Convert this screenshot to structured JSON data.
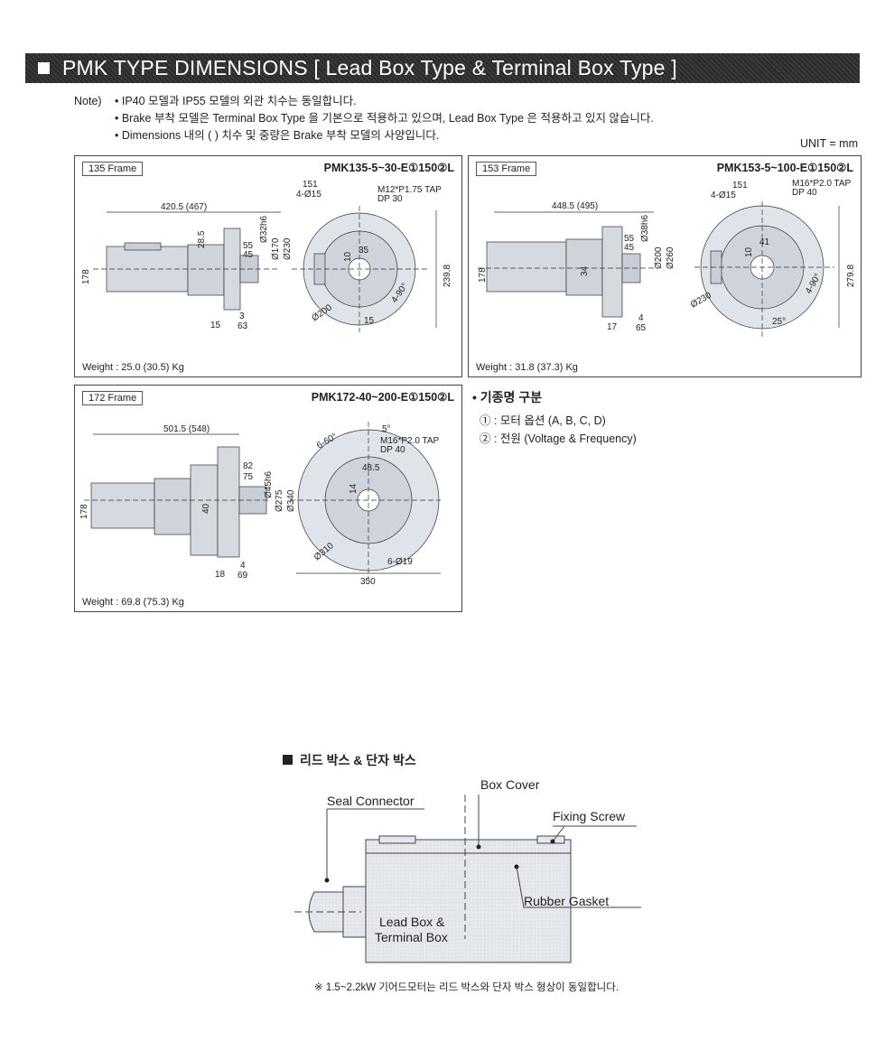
{
  "header": {
    "title": "PMK TYPE DIMENSIONS [ Lead Box Type & Terminal Box Type ]"
  },
  "notes": {
    "label": "Note)",
    "lines": [
      "• IP40 모델과 IP55 모델의 외관 치수는 동일합니다.",
      "• Brake 부착 모델은 Terminal Box Type 을 기본으로 적용하고 있으며, Lead Box Type 은 적용하고 있지 않습니다.",
      "• Dimensions 내의 ( ) 치수 및 중량은 Brake 부착 모델의 사양입니다."
    ],
    "unit": "UNIT = mm"
  },
  "frames": [
    {
      "tag": "135 Frame",
      "model": "PMK135-5~30-E①150②L",
      "weight": "Weight : 25.0 (30.5) Kg",
      "dims": {
        "len": "420.5 (467)",
        "d151": "151",
        "holes": "4-Ø15",
        "tap": "M12*P1.75 TAP",
        "dp": "DP 30",
        "d55": "55",
        "d45": "45",
        "d285": "28.5",
        "shaft": "Ø32h6",
        "pcd": "Ø170",
        "flange": "Ø230",
        "h178": "178",
        "d15": "15",
        "d3": "3",
        "d63": "63",
        "d10": "10",
        "d35": "35",
        "d2398": "239.8",
        "d200": "Ø200",
        "deg": "4-90°",
        "d15b": "15"
      }
    },
    {
      "tag": "153 Frame",
      "model": "PMK153-5~100-E①150②L",
      "weight": "Weight : 31.8 (37.3) Kg",
      "dims": {
        "len": "448.5 (495)",
        "d151": "151",
        "holes": "4-Ø15",
        "tap": "M16*P2.0 TAP",
        "dp": "DP 40",
        "d55": "55",
        "d45": "45",
        "d34": "34",
        "shaft": "Ø38h6",
        "pcd": "Ø200",
        "flange": "Ø260",
        "h178": "178",
        "d17": "17",
        "d4": "4",
        "d65": "65",
        "d10": "10",
        "d41": "41",
        "d2798": "279.8",
        "d230": "Ø230",
        "deg": "4-90°",
        "d25": "25°"
      }
    },
    {
      "tag": "172 Frame",
      "model": "PMK172-40~200-E①150②L",
      "weight": "Weight : 69.8 (75.3) Kg",
      "dims": {
        "len": "501.5 (548)",
        "tap": "M16*P2.0 TAP",
        "dp": "DP 40",
        "d82": "82",
        "d75": "75",
        "d40": "40",
        "shaft": "Ø45h6",
        "pcd": "Ø275",
        "flange": "Ø340",
        "h178": "178",
        "d18": "18",
        "d4": "4",
        "d69": "69",
        "deg6": "6-60°",
        "d5": "5°",
        "d485": "48.5",
        "d14": "14",
        "d310": "Ø310",
        "d350": "350",
        "holes6": "6-Ø19"
      }
    }
  ],
  "legend": {
    "heading": "• 기종명 구분",
    "items": [
      "① : 모터 옵션 (A, B, C, D)",
      "② : 전원 (Voltage & Frequency)"
    ]
  },
  "leadbox": {
    "title": "리드 박스 & 단자 박스",
    "box_cover": "Box Cover",
    "seal_connector": "Seal Connector",
    "fixing_screw": "Fixing Screw",
    "rubber_gasket": "Rubber Gasket",
    "main_line1": "Lead Box &",
    "main_line2": "Terminal Box",
    "footnote": "※ 1.5~2.2kW 기어드모터는 리드 박스와 단자 박스 형상이 동일합니다."
  },
  "colors": {
    "banner": "#333333",
    "fill": "#d9dde4",
    "line": "#333333"
  }
}
